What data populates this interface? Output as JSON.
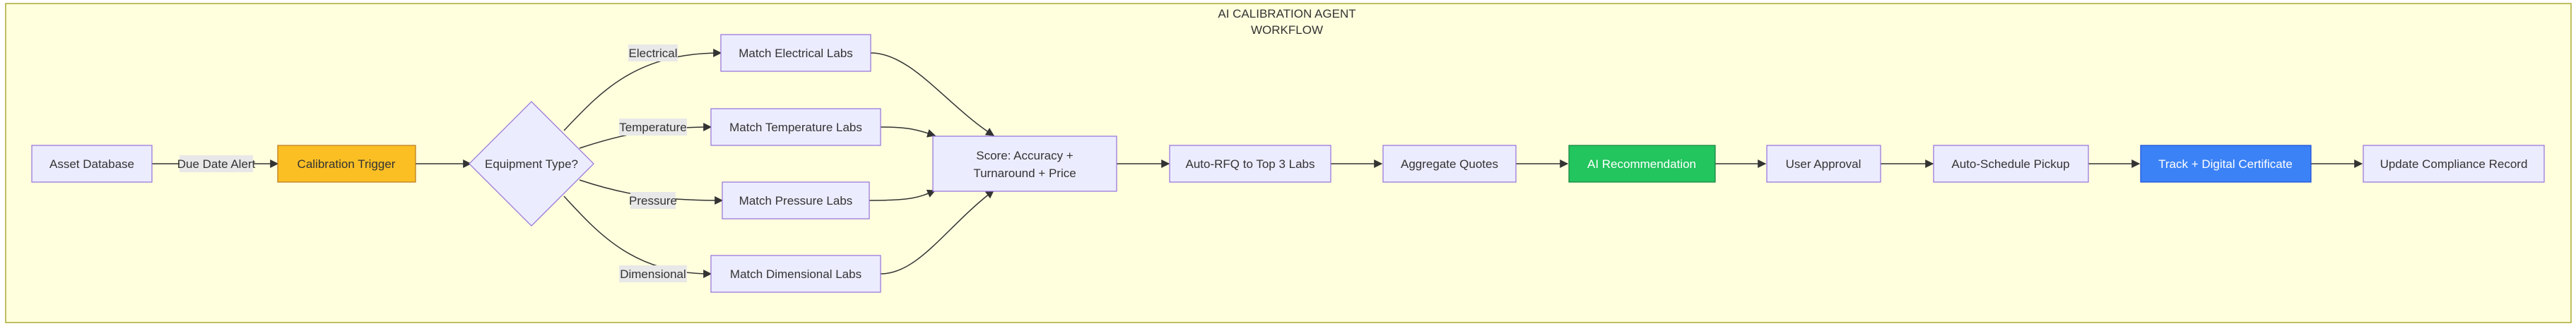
{
  "diagram": {
    "title_lines": [
      "AI CALIBRATION AGENT",
      "WORKFLOW"
    ],
    "colors": {
      "background": "#ffffde",
      "cluster_border": "#aaaa33",
      "node_fill": "#ececff",
      "node_stroke": "#9370db",
      "edge": "#333333",
      "text": "#333333",
      "edge_label_bg": "#e8e8e8",
      "trigger_fill": "#fbbf24",
      "trigger_stroke": "#b7791f",
      "recommend_fill": "#22c55e",
      "recommend_stroke": "#15803d",
      "certificate_fill": "#3b82f6",
      "certificate_stroke": "#1d4ed8",
      "light_text": "#ffffff"
    },
    "nodes": {
      "asset_db": "Asset Database",
      "trigger": "Calibration Trigger",
      "decision": "Equipment Type?",
      "electrical": "Match Electrical Labs",
      "temperature": "Match Temperature Labs",
      "pressure": "Match Pressure Labs",
      "dimensional": "Match Dimensional Labs",
      "score_lines": [
        "Score: Accuracy +",
        "Turnaround + Price"
      ],
      "rfq": "Auto-RFQ to Top 3 Labs",
      "aggregate": "Aggregate Quotes",
      "recommend": "AI Recommendation",
      "approval": "User Approval",
      "schedule": "Auto-Schedule Pickup",
      "certificate": "Track + Digital Certificate",
      "compliance": "Update Compliance Record"
    },
    "edge_labels": {
      "due_date": "Due Date Alert",
      "electrical": "Electrical",
      "temperature": "Temperature",
      "pressure": "Pressure",
      "dimensional": "Dimensional"
    }
  }
}
